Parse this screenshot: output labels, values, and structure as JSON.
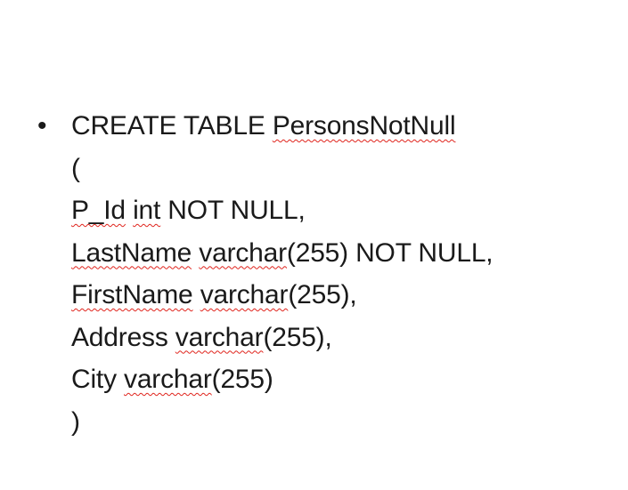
{
  "slide": {
    "bullet": "•",
    "lines": [
      [
        {
          "text": "CREATE TABLE ",
          "spell": false
        },
        {
          "text": "PersonsNotNull",
          "spell": true
        }
      ],
      [
        {
          "text": "(",
          "spell": false
        }
      ],
      [
        {
          "text": "P_Id",
          "spell": true
        },
        {
          "text": " ",
          "spell": false
        },
        {
          "text": "int",
          "spell": true
        },
        {
          "text": " NOT NULL,",
          "spell": false
        }
      ],
      [
        {
          "text": "LastName",
          "spell": true
        },
        {
          "text": " ",
          "spell": false
        },
        {
          "text": "varchar",
          "spell": true
        },
        {
          "text": "(255) NOT NULL,",
          "spell": false
        }
      ],
      [
        {
          "text": "FirstName",
          "spell": true
        },
        {
          "text": " ",
          "spell": false
        },
        {
          "text": "varchar",
          "spell": true
        },
        {
          "text": "(255),",
          "spell": false
        }
      ],
      [
        {
          "text": "Address ",
          "spell": false
        },
        {
          "text": "varchar",
          "spell": true
        },
        {
          "text": "(255),",
          "spell": false
        }
      ],
      [
        {
          "text": "City ",
          "spell": false
        },
        {
          "text": "varchar",
          "spell": true
        },
        {
          "text": "(255)",
          "spell": false
        }
      ],
      [
        {
          "text": ")",
          "spell": false
        }
      ]
    ]
  },
  "colors": {
    "text": "#1a1a1a",
    "spellcheck_underline": "#e0241d",
    "background": "#ffffff"
  }
}
